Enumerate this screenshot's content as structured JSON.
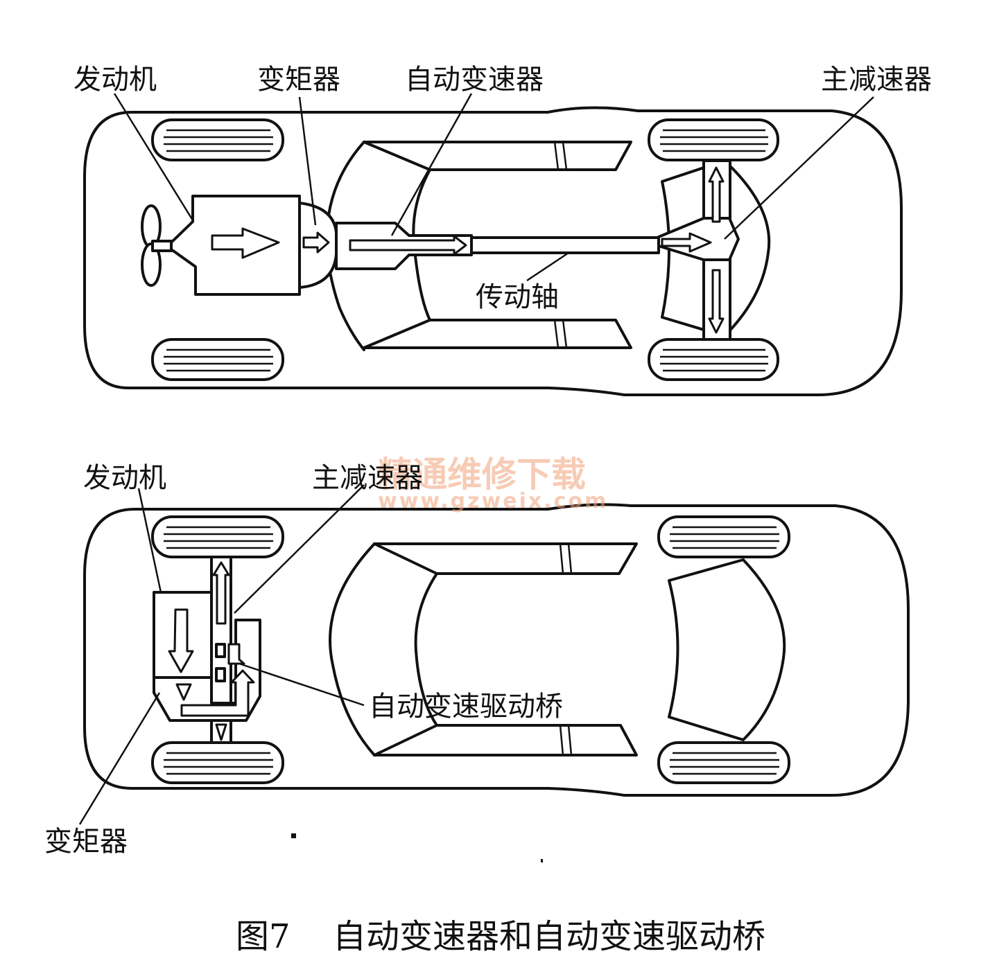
{
  "top_diagram": {
    "labels": {
      "engine": "发动机",
      "torque_converter": "变矩器",
      "automatic_transmission": "自动变速器",
      "final_drive": "主减速器",
      "drive_shaft": "传动轴"
    }
  },
  "bottom_diagram": {
    "labels": {
      "engine": "发动机",
      "final_drive": "主减速器",
      "transaxle": "自动变速驱动桥",
      "torque_converter": "变矩器"
    }
  },
  "watermark": {
    "text": "精通维修下载",
    "url": "www.gzweix.com"
  },
  "caption": {
    "figure_number": "图7",
    "title": "自动变速器和自动变速驱动桥"
  }
}
